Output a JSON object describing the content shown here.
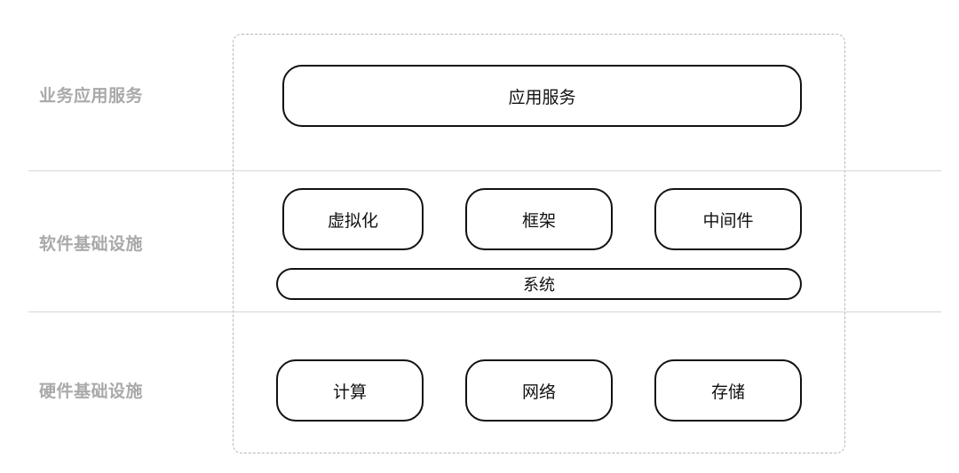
{
  "layers": {
    "business": {
      "label": "业务应用服务"
    },
    "software": {
      "label": "软件基础设施"
    },
    "hardware": {
      "label": "硬件基础设施"
    }
  },
  "components": {
    "app_service": "应用服务",
    "virtualization": "虚拟化",
    "framework": "框架",
    "middleware": "中间件",
    "system": "系统",
    "compute": "计算",
    "network": "网络",
    "storage": "存储"
  },
  "colors": {
    "box_border": "#111111",
    "label_text": "#a9a9a9",
    "divider": "#d6d6d6",
    "frame_dash": "#b5b5b5"
  }
}
